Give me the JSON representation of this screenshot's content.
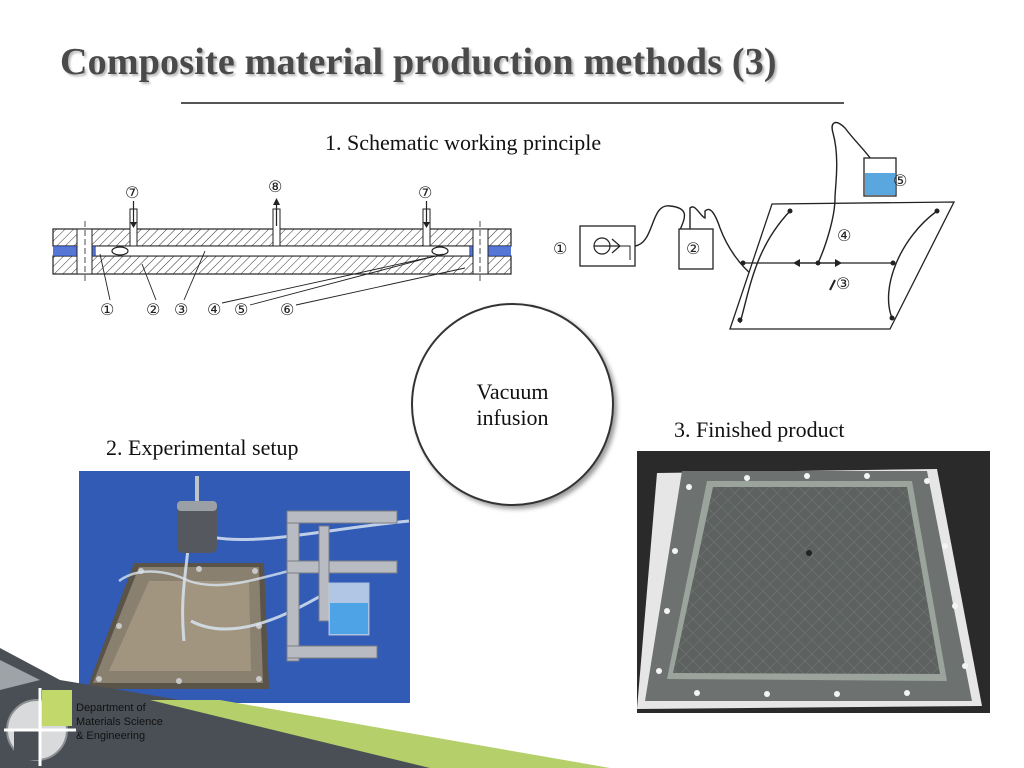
{
  "slide": {
    "title": "Composite material production methods (3)",
    "label_schematic": "1. Schematic working principle",
    "label_setup": "2. Experimental setup",
    "label_product": "3. Finished product",
    "circle_line1": "Vacuum",
    "circle_line2": "infusion"
  },
  "mould_diagram": {
    "callouts_top": [
      "⑦",
      "⑧",
      "⑦"
    ],
    "callouts_bottom": [
      "①",
      "②",
      "③",
      "④",
      "⑤",
      "⑥"
    ]
  },
  "infusion_diagram": {
    "callouts": [
      "①",
      "②",
      "③",
      "④",
      "⑤"
    ]
  },
  "logo": {
    "line1": "Department of",
    "line2": "Materials Science",
    "line3": "& Engineering"
  },
  "colors": {
    "title": "#4a4a4a",
    "accent_green": "#b5cf6b",
    "accent_dark": "#4a4f55",
    "resin_blue": "#5aa7e0",
    "table_blue": "#2f56b0"
  }
}
